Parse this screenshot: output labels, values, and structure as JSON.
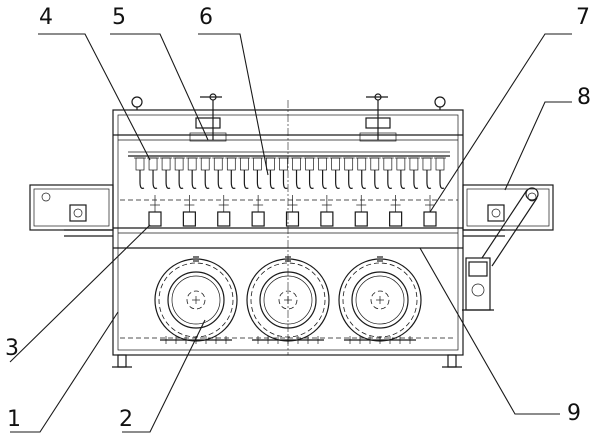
{
  "diagram": {
    "callouts": [
      {
        "id": "1",
        "label": "1"
      },
      {
        "id": "2",
        "label": "2"
      },
      {
        "id": "3",
        "label": "3"
      },
      {
        "id": "4",
        "label": "4"
      },
      {
        "id": "5",
        "label": "5"
      },
      {
        "id": "6",
        "label": "6"
      },
      {
        "id": "7",
        "label": "7"
      },
      {
        "id": "8",
        "label": "8"
      },
      {
        "id": "9",
        "label": "9"
      }
    ],
    "nozzle_count": 24,
    "drum_count": 3,
    "clamp_count": 9
  }
}
